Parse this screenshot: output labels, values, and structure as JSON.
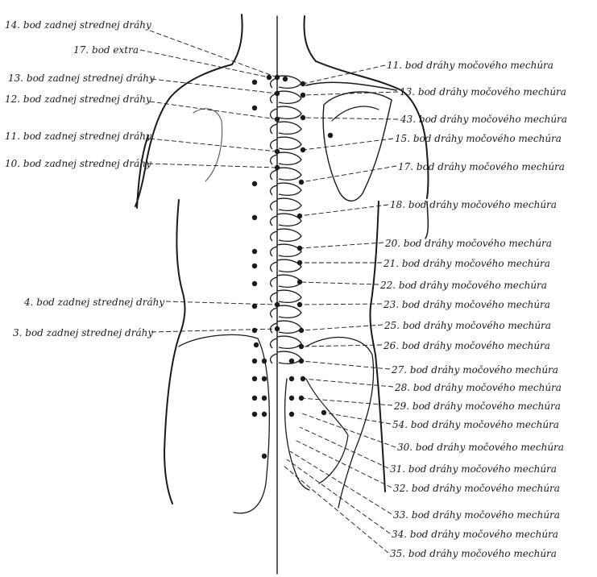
{
  "colors": {
    "ink": "#1a1a1a",
    "background": "#ffffff"
  },
  "labels_left": [
    {
      "id": "gv14",
      "text": "14. bod zadnej strednej dráhy"
    },
    {
      "id": "ex17",
      "text": "17. bod extra"
    },
    {
      "id": "gv13",
      "text": "13. bod zadnej strednej dráhy"
    },
    {
      "id": "gv12",
      "text": "12. bod zadnej strednej dráhy"
    },
    {
      "id": "gv11",
      "text": "11. bod zadnej strednej dráhy"
    },
    {
      "id": "gv10",
      "text": "10. bod zadnej strednej dráhy"
    },
    {
      "id": "gv4",
      "text": "4. bod zadnej strednej dráhy"
    },
    {
      "id": "gv3",
      "text": "3. bod zadnej strednej dráhy"
    }
  ],
  "labels_right": [
    {
      "id": "bl11",
      "text": "11. bod dráhy močového mechúra"
    },
    {
      "id": "bl13",
      "text": "13. bod dráhy močového mechúra"
    },
    {
      "id": "bl43",
      "text": "43. bod dráhy močového mechúra"
    },
    {
      "id": "bl15",
      "text": "15. bod dráhy močového mechúra"
    },
    {
      "id": "bl17",
      "text": "17. bod dráhy močového mechúra"
    },
    {
      "id": "bl18",
      "text": "18. bod dráhy močového mechúra"
    },
    {
      "id": "bl20",
      "text": "20. bod dráhy močového mechúra"
    },
    {
      "id": "bl21",
      "text": "21. bod dráhy močového mechúra"
    },
    {
      "id": "bl22",
      "text": "22. bod dráhy močového mechúra"
    },
    {
      "id": "bl23",
      "text": "23. bod dráhy močového mechúra"
    },
    {
      "id": "bl25",
      "text": "25. bod dráhy močového mechúra"
    },
    {
      "id": "bl26",
      "text": "26. bod dráhy močového mechúra"
    },
    {
      "id": "bl27",
      "text": "27. bod dráhy močového mechúra"
    },
    {
      "id": "bl28",
      "text": "28. bod dráhy močového mechúra"
    },
    {
      "id": "bl29",
      "text": "29. bod dráhy močového mechúra"
    },
    {
      "id": "bl54",
      "text": "54. bod dráhy močového mechúra"
    },
    {
      "id": "bl30",
      "text": "30. bod dráhy močového mechúra"
    },
    {
      "id": "bl31",
      "text": "31. bod dráhy močového mechúra"
    },
    {
      "id": "bl32",
      "text": "32. bod dráhy močového mechúra"
    },
    {
      "id": "bl33",
      "text": "33. bod dráhy močového mechúra"
    },
    {
      "id": "bl34",
      "text": "34. bod dráhy močového mechúra"
    },
    {
      "id": "bl35",
      "text": "35. bod dráhy močového mechúra"
    }
  ]
}
